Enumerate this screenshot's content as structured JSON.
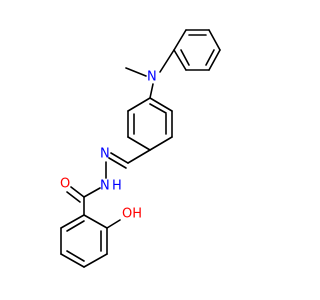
{
  "atoms": {
    "n_amine": "N",
    "n_imine": "N",
    "n_amide": "N",
    "h_amide": "H",
    "o_carbonyl": "O",
    "oh_label": "OH"
  },
  "colors": {
    "bond": "#000000",
    "nitrogen": "#0000ff",
    "oxygen": "#ff0000",
    "background": "#ffffff"
  }
}
